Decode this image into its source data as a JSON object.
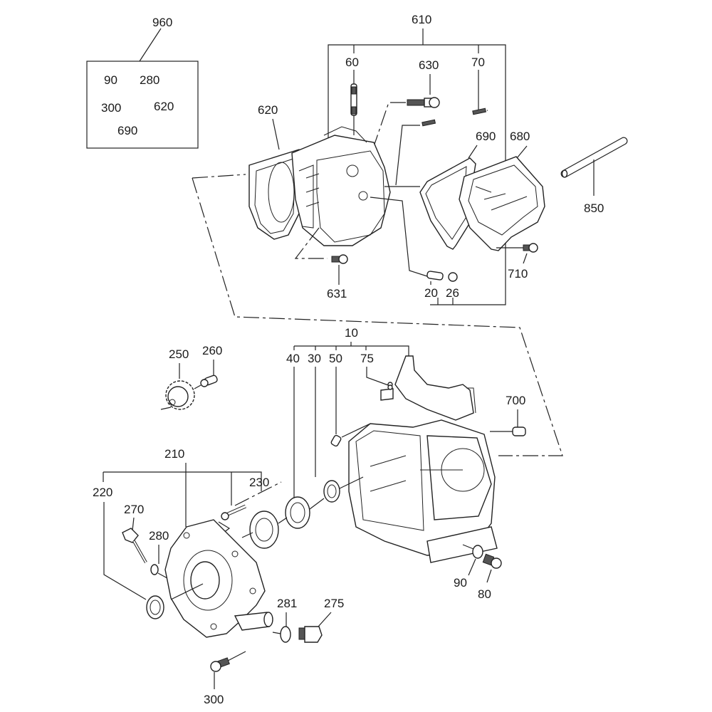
{
  "diagram": {
    "type": "exploded-parts-view",
    "subject": "engine crankcase, cylinder head and crankcase cover",
    "kit_box": {
      "label": "960",
      "contents": [
        "90",
        "280",
        "300",
        "620",
        "690"
      ]
    },
    "groups": [
      {
        "label": "610",
        "members": [
          "60",
          "630",
          "70",
          "620",
          "631",
          "20",
          "26"
        ]
      },
      {
        "label": "10",
        "members": [
          "40",
          "30",
          "50",
          "75"
        ]
      },
      {
        "label": "210",
        "members": [
          "220",
          "230"
        ]
      }
    ],
    "labels": {
      "l960": "960",
      "l610": "610",
      "l60": "60",
      "l630": "630",
      "l70": "70",
      "l620": "620",
      "l690": "690",
      "l680": "680",
      "l850": "850",
      "l710": "710",
      "l631": "631",
      "l20": "20",
      "l26": "26",
      "l10": "10",
      "l40": "40",
      "l30": "30",
      "l50": "50",
      "l75": "75",
      "l250": "250",
      "l260": "260",
      "l700": "700",
      "l210": "210",
      "l220": "220",
      "l230": "230",
      "l270": "270",
      "l280": "280",
      "l90": "90",
      "l80": "80",
      "l281": "281",
      "l275": "275",
      "l300": "300"
    },
    "box_items": {
      "b90": "90",
      "b280": "280",
      "b300": "300",
      "b620": "620",
      "b690": "690"
    }
  }
}
